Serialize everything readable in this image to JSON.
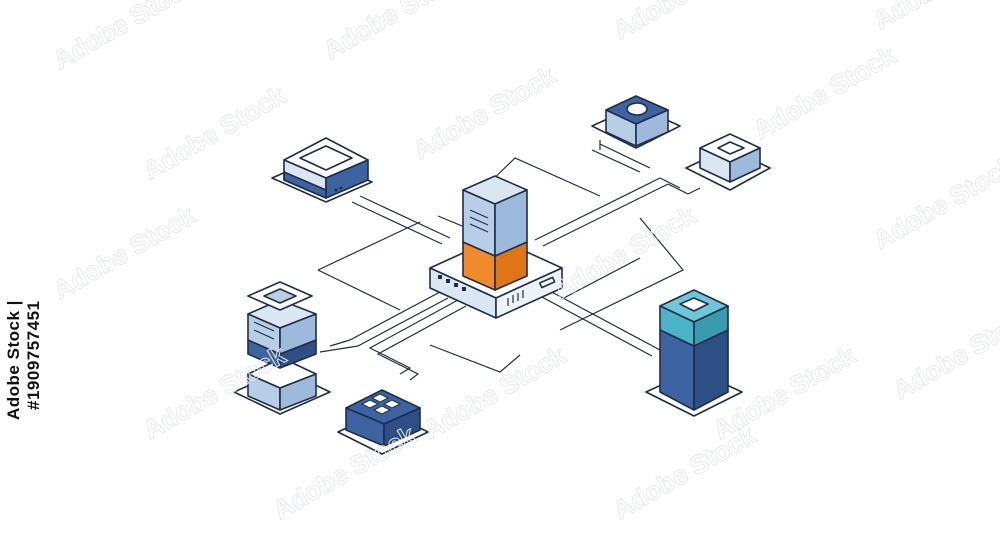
{
  "watermark_text": "Adobe Stock",
  "stock_id": "Adobe Stock | #1909757451",
  "colors": {
    "outline": "#1f2d4a",
    "navy": "#3d63a0",
    "light_blue": "#b8cde6",
    "pale_blue": "#dbe6f3",
    "orange": "#f08a2c",
    "teal": "#4bb3c8",
    "connector": "#ffffff"
  },
  "diagram": {
    "hub": "central-server",
    "nodes": [
      "top-left-device",
      "top-right-sensor",
      "right-gateway",
      "right-tower",
      "left-server-stack",
      "bottom-chip-module"
    ]
  }
}
